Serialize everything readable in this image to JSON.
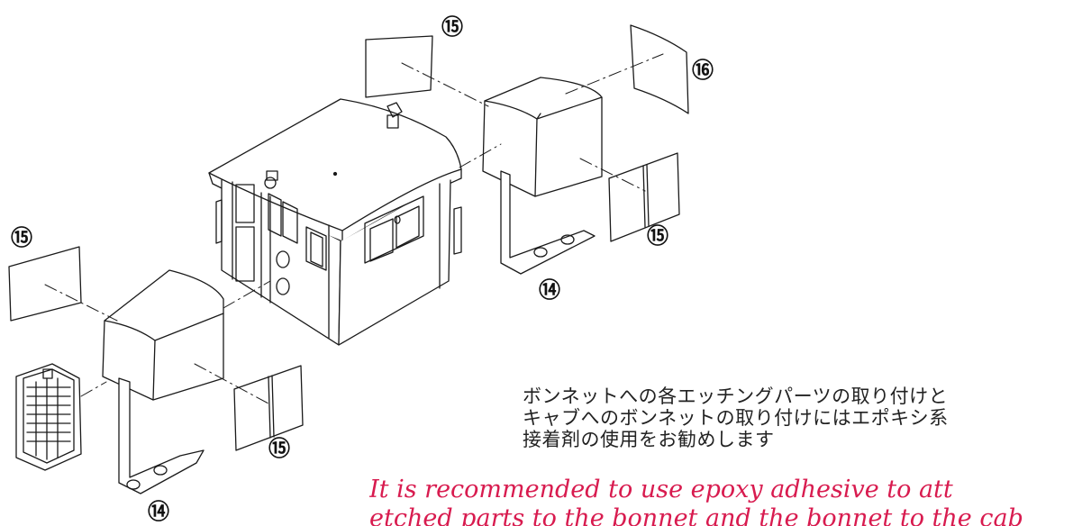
{
  "title": "Bonnet attachment exploded view",
  "labels": {
    "part_15_top": "⑮",
    "part_16": "⑯",
    "part_15_left": "⑮",
    "part_15_right": "⑮",
    "part_14_center": "⑭",
    "part_15_bottom": "⑮",
    "part_14_bottom": "⑭"
  },
  "note_japanese": {
    "line1": "ボンネットへの各エッチングパーツの取り付けと",
    "line2": "キャブへのボンネットの取り付けにはエポキシ系",
    "line3": "接着剤の使用をお勧めします"
  },
  "note_english": {
    "line1": "It is recommended to use epoxy adhesive to att",
    "line2": "etched parts to the bonnet and the bonnet to the cab"
  },
  "colors": {
    "line": "#1a1a1a",
    "annotation": "#d81b4f"
  }
}
